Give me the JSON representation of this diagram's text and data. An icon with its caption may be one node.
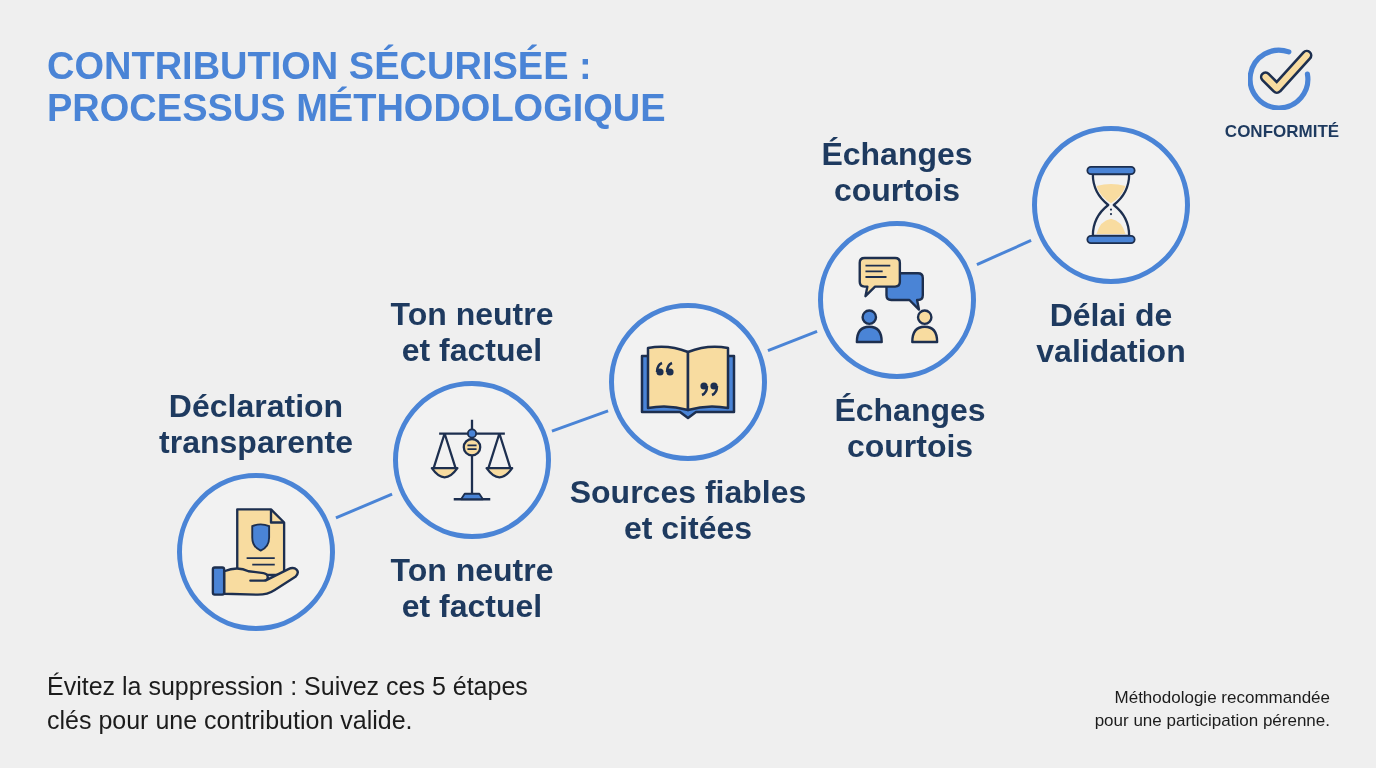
{
  "diagram": {
    "title": "CONTRIBUTION SÉCURISÉE : PROCESSUS MÉTHODOLOGIQUE",
    "nodes": [
      {
        "text": [
          "Déclaration transparente"
        ]
      },
      {
        "text": [
          "Ton neutre et factuel",
          "Ton neutre et factuel"
        ]
      },
      {
        "text": [
          "Sources fiables et citées"
        ]
      },
      {
        "text": [
          "Échanges courtois",
          "Échanges courtois"
        ]
      },
      {
        "text": [
          "Délai de validation"
        ]
      }
    ],
    "edges": [
      {
        "from": 0,
        "to": 1,
        "arrow": "none"
      },
      {
        "from": 1,
        "to": 2,
        "arrow": "none"
      },
      {
        "from": 2,
        "to": 3,
        "arrow": "none"
      },
      {
        "from": 3,
        "to": 4,
        "arrow": "none"
      }
    ],
    "labels": [
      "CONFORMITÉ",
      "Évitez la suppression : Suivez ces 5 étapes clés pour une contribution valide.",
      "Méthodologie recommandée pour une participation pérenne."
    ]
  }
}
